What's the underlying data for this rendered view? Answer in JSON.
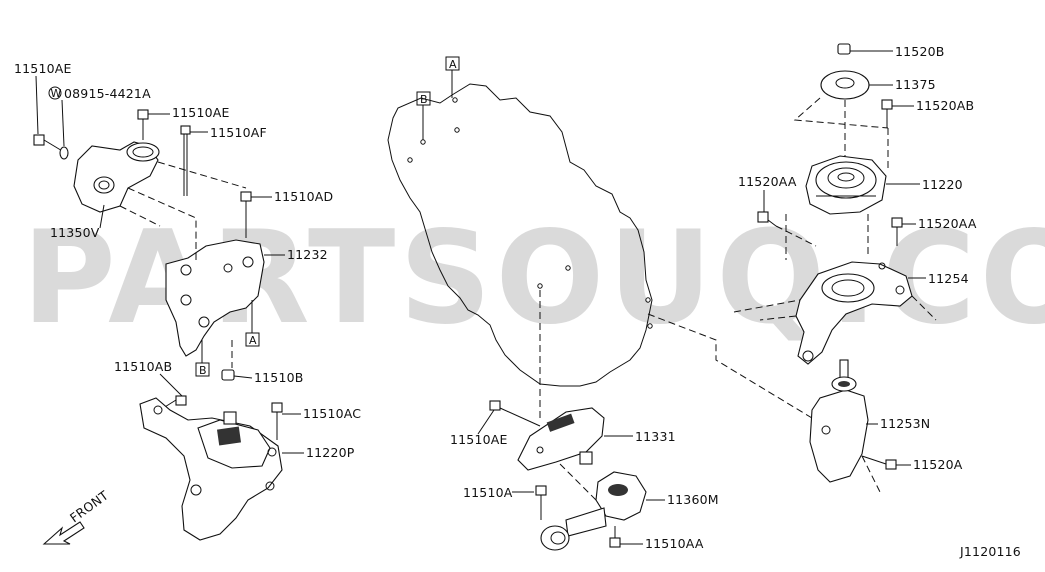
{
  "diagram_id": "J1120116",
  "watermark": "PARTSOUQ.COM",
  "direction_label": "FRONT",
  "refs": {
    "a": "A",
    "b": "B"
  },
  "callouts": {
    "p11510AE_top": "11510AE",
    "p08915": "08915-4421A",
    "washer_w": "W",
    "p11510AE_2": "11510AE",
    "p11510AF": "11510AF",
    "p11350V": "11350V",
    "p11510AD": "11510AD",
    "p11232": "11232",
    "p11510AB": "11510AB",
    "p11510B": "11510B",
    "p11510AC": "11510AC",
    "p11220P": "11220P",
    "p11510AE_3": "11510AE",
    "p11331": "11331",
    "p11510A": "11510A",
    "p11360M": "11360M",
    "p11510AA": "11510AA",
    "p11520B": "11520B",
    "p11375": "11375",
    "p11520AB": "11520AB",
    "p11520AA_left": "11520AA",
    "p11220": "11220",
    "p11520AA_right": "11520AA",
    "p11254": "11254",
    "p11253N": "11253N",
    "p11520A": "11520A"
  }
}
